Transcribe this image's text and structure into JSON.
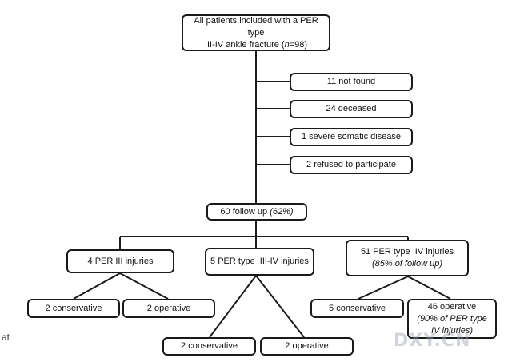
{
  "flowchart": {
    "top": {
      "line1": "All patients included with a PER type",
      "line2_pre": "III-IV ankle fracture (",
      "line2_italic": "n",
      "line2_post": "=98)"
    },
    "exclusions": [
      "11 not found",
      "24 deceased",
      "1 severe somatic disease",
      "2 refused to participate"
    ],
    "follow_up": {
      "text": "60 follow up ",
      "italic": "(62%)"
    },
    "groups": [
      {
        "line1": "4 PER III injuries",
        "children": [
          "2 conservative",
          "2 operative"
        ]
      },
      {
        "line1": "5 PER type  III-IV injuries",
        "children": [
          "2 conservative",
          "2 operative"
        ]
      },
      {
        "line1": "51 PER type  IV injuries",
        "line2_italic": "(85% of follow up)",
        "children": [
          {
            "line1": "5 conservative"
          },
          {
            "line1": "46 operative",
            "line2_italic": "(90% of PER type",
            "line3_italic": "IV injuries)"
          }
        ]
      }
    ]
  },
  "stub_text": "at",
  "watermark": "DXY.CN",
  "colors": {
    "line": "#1a1a1a",
    "box_border": "#1a1a1a",
    "background": "#ffffff"
  }
}
